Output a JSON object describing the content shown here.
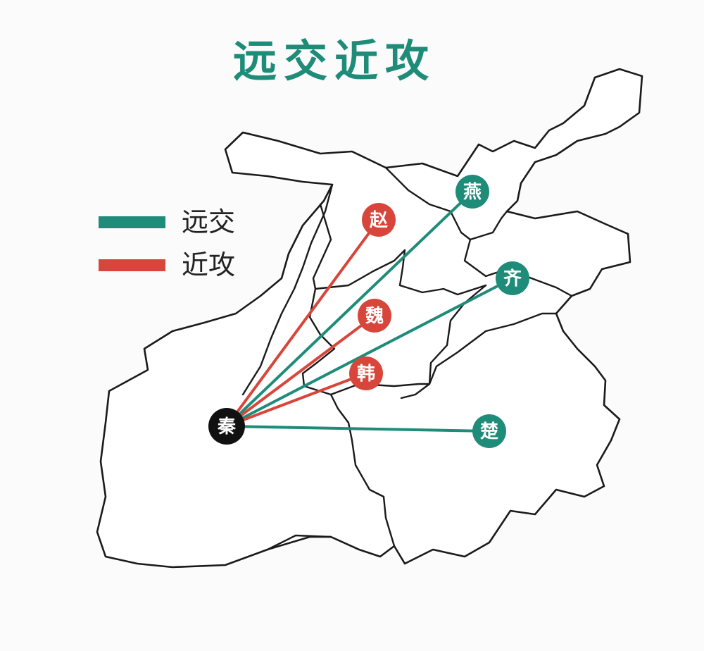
{
  "title": "远交近攻",
  "colors": {
    "far": "#1e8c78",
    "near": "#d8453a",
    "qin": "#111111",
    "title": "#1e8c78"
  },
  "legend": {
    "far_label": "远交",
    "near_label": "近攻"
  },
  "origin": {
    "label": "秦"
  },
  "states": [
    {
      "key": "zhao",
      "label": "赵",
      "type": "near"
    },
    {
      "key": "yan",
      "label": "燕",
      "type": "far"
    },
    {
      "key": "wei",
      "label": "魏",
      "type": "near"
    },
    {
      "key": "qi",
      "label": "齐",
      "type": "far"
    },
    {
      "key": "han",
      "label": "韩",
      "type": "near"
    },
    {
      "key": "chu",
      "label": "楚",
      "type": "far"
    }
  ]
}
